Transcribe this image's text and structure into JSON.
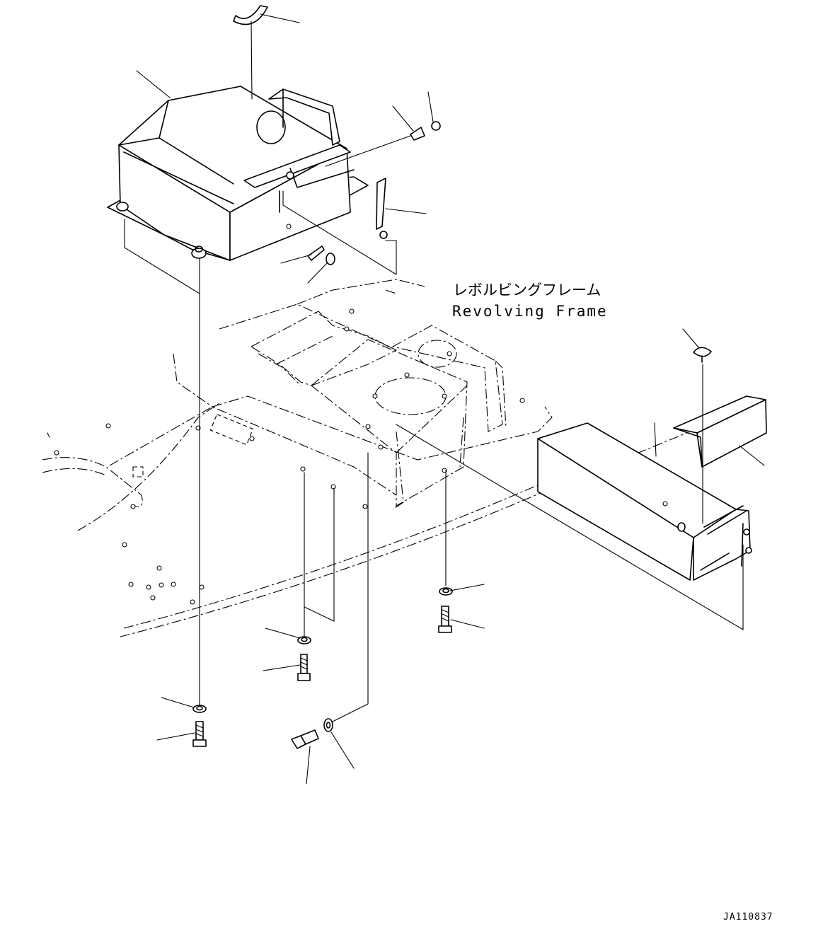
{
  "labels": {
    "frame_jp": "レボルビングフレーム",
    "frame_en": "Revolving Frame",
    "drawing_ref": "JA110837"
  }
}
